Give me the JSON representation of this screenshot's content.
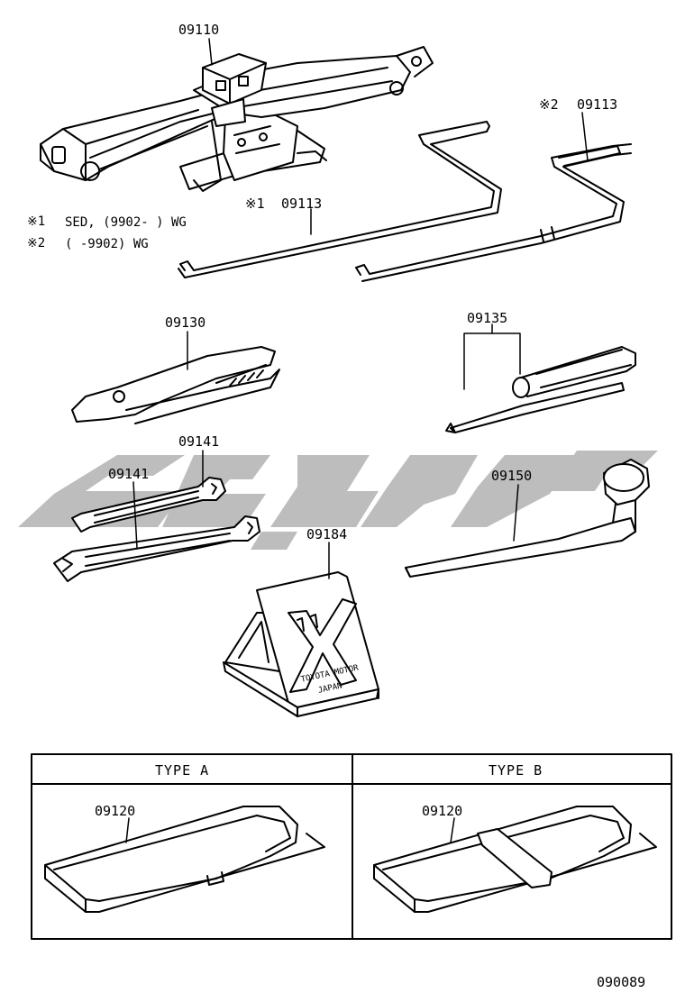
{
  "diagram": {
    "parts": {
      "jack": "09110",
      "handle_2": "09113",
      "handle_1": "09113",
      "pliers": "09130",
      "screwdriver": "09135",
      "wrench_small": "09141",
      "wrench_large": "09141",
      "wrench_hub": "09150",
      "block": "09184",
      "bag_a": "09120",
      "bag_b": "09120"
    },
    "marks": {
      "m1": "※1",
      "m2": "※2"
    },
    "notes": {
      "n1_mark": "※1",
      "n1_text": "SED, (9902-       ) WG",
      "n2_mark": "※2",
      "n2_text": "(       -9902) WG"
    },
    "block_text": {
      "line1": "TOYOTA MOTOR",
      "line2": "JAPAN"
    },
    "table": {
      "type_a": "TYPE  A",
      "type_b": "TYPE  B"
    },
    "figure_id": "090089",
    "watermark_color": "#bdbdbd"
  }
}
